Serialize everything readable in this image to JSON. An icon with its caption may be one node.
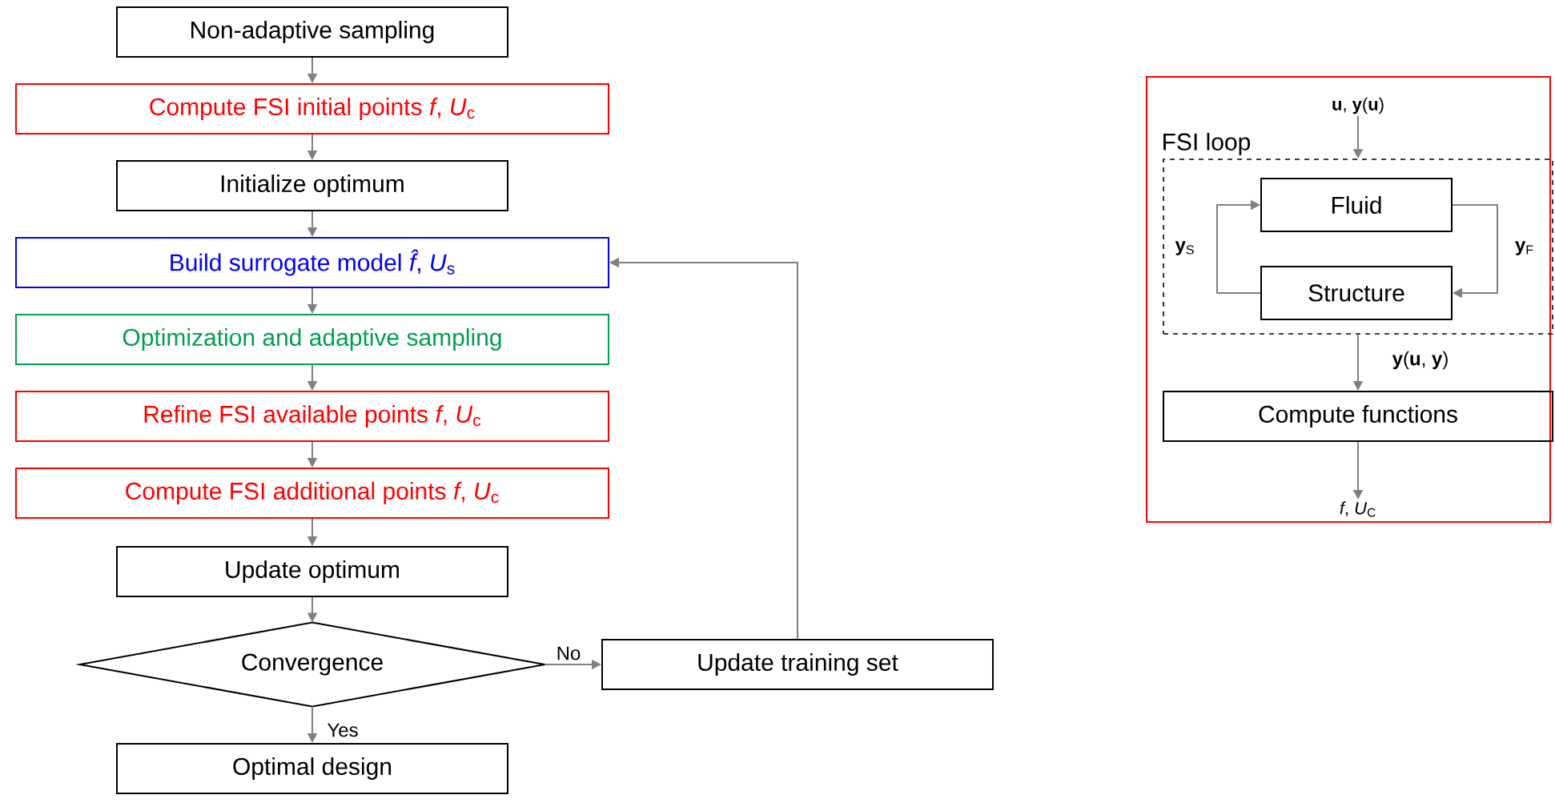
{
  "diagram": {
    "nodes": [
      {
        "text": [
          "Non-adaptive sampling"
        ]
      },
      {
        "text": [
          "Compute FSI initial points *f*, *U*$_{c}$"
        ]
      },
      {
        "text": [
          "Initialize optimum"
        ]
      },
      {
        "text": [
          "Build surrogate model *f̂*, *U*$_{s}$"
        ]
      },
      {
        "text": [
          "Optimization and adaptive sampling"
        ]
      },
      {
        "text": [
          "Refine FSI available points *f*, *U*$_{c}$"
        ]
      },
      {
        "text": [
          "Compute FSI additional points *f*, *U*$_{c}$"
        ]
      },
      {
        "text": [
          "Update optimum"
        ]
      },
      {
        "text": [
          "Convergence"
        ]
      },
      {
        "text": [
          "Update training set"
        ]
      },
      {
        "text": [
          "Optimal design"
        ]
      },
      {
        "text": [],
        "shape": "box"
      },
      {
        "text": [
          "**u**, **y**(**u**)"
        ],
        "in": 11
      },
      {
        "text": [
          "FSI loop"
        ],
        "in": 11
      },
      {
        "text": [
          "Fluid"
        ],
        "in": 13
      },
      {
        "text": [
          "Structure"
        ],
        "in": 13
      },
      {
        "text": [
          "Compute functions"
        ],
        "in": 11
      },
      {
        "text": [
          "*f*, *U*$_{C}$"
        ],
        "in": 11
      }
    ],
    "edges": [
      {
        "from": 0,
        "to": 1,
        "arrow": "to"
      },
      {
        "from": 1,
        "to": 2,
        "arrow": "to"
      },
      {
        "from": 2,
        "to": 3,
        "arrow": "to"
      },
      {
        "from": 3,
        "to": 4,
        "arrow": "to"
      },
      {
        "from": 4,
        "to": 5,
        "arrow": "to"
      },
      {
        "from": 5,
        "to": 6,
        "arrow": "to"
      },
      {
        "from": 6,
        "to": 7,
        "arrow": "to"
      },
      {
        "from": 7,
        "to": 8,
        "arrow": "to"
      },
      {
        "from": 8,
        "to": 9,
        "arrow": "to",
        "label": "No"
      },
      {
        "from": 9,
        "to": 3,
        "arrow": "to"
      },
      {
        "from": 8,
        "to": 10,
        "arrow": "to",
        "label": "Yes"
      },
      {
        "from": 12,
        "to": 13,
        "arrow": "to"
      },
      {
        "from": 14,
        "to": 15,
        "arrow": "to",
        "label": "**y**$_{F}$"
      },
      {
        "from": 15,
        "to": 14,
        "arrow": "to",
        "label": "**y**$_{S}$"
      },
      {
        "from": 13,
        "to": 16,
        "arrow": "to",
        "label": "**y**(**u**, **y**)"
      },
      {
        "from": 16,
        "to": 17,
        "arrow": "to"
      }
    ]
  }
}
